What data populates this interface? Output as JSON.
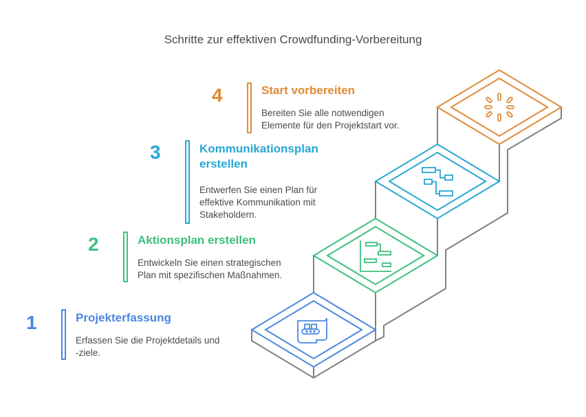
{
  "title": "Schritte zur effektiven Crowdfunding-Vorbereitung",
  "colors": {
    "step1": "#4a86e0",
    "step2": "#3dbf7f",
    "step3": "#26a6d4",
    "step4": "#e08a35",
    "outline": "#808080",
    "text": "#4a4a4a"
  },
  "steps": [
    {
      "number": "1",
      "heading": "Projekterfassung",
      "description_lines": [
        "Erfassen Sie die Projektdetails und",
        "-ziele."
      ],
      "icon": "conveyor-belt-icon"
    },
    {
      "number": "2",
      "heading": "Aktionsplan erstellen",
      "description_lines": [
        "Entwickeln Sie einen strategischen",
        "Plan mit spezifischen Maßnahmen."
      ],
      "icon": "gantt-chart-icon"
    },
    {
      "number": "3",
      "heading_lines": [
        "Kommunikationsplan",
        "erstellen"
      ],
      "description_lines": [
        "Entwerfen Sie einen Plan für",
        "effektive Kommunikation mit",
        "Stakeholdern."
      ],
      "icon": "flowchart-icon"
    },
    {
      "number": "4",
      "heading": "Start vorbereiten",
      "description_lines": [
        "Bereiten Sie alle notwendigen",
        "Elemente für den Projektstart vor."
      ],
      "icon": "loading-spinner-icon"
    }
  ]
}
